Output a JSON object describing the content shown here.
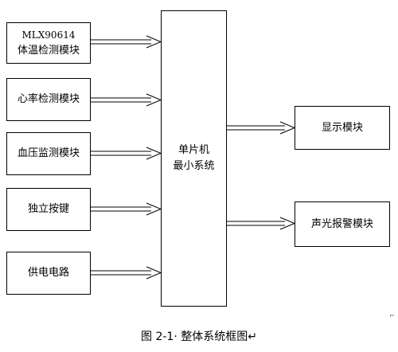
{
  "inputs": [
    {
      "line1": "MLX90614",
      "line2": "体温检测模块"
    },
    {
      "line1": "心率检测模块",
      "line2": ""
    },
    {
      "line1": "血压监测模块",
      "line2": ""
    },
    {
      "line1": "独立按键",
      "line2": ""
    },
    {
      "line1": "供电电路",
      "line2": ""
    }
  ],
  "mcu": {
    "line1": "单片机",
    "line2": "最小系统"
  },
  "outputs": [
    {
      "label": "显示模块"
    },
    {
      "label": "声光报警模块"
    }
  ],
  "caption": "图 2-1· 整体系统框图↵",
  "colors": {
    "stroke": "#000000",
    "background": "#ffffff"
  }
}
